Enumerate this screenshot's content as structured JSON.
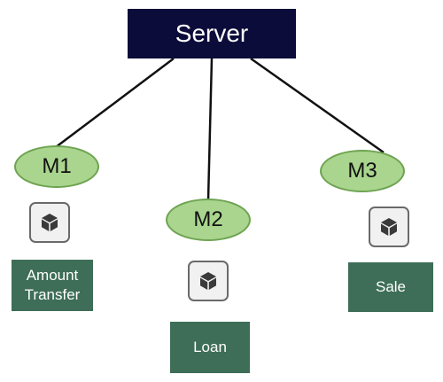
{
  "server": {
    "label": "Server",
    "color": "#0c0c3a"
  },
  "modules": [
    {
      "label": "M1",
      "color": "#a9d58e"
    },
    {
      "label": "M2",
      "color": "#a9d58e"
    },
    {
      "label": "M3",
      "color": "#a9d58e"
    }
  ],
  "packages": [
    {
      "icon": "cube-icon"
    },
    {
      "icon": "cube-icon"
    },
    {
      "icon": "cube-icon"
    }
  ],
  "services": [
    {
      "label": "Amount\nTransfer",
      "color": "#3e6e57"
    },
    {
      "label": "Loan",
      "color": "#3e6e57"
    },
    {
      "label": "Sale",
      "color": "#3e6e57"
    }
  ]
}
